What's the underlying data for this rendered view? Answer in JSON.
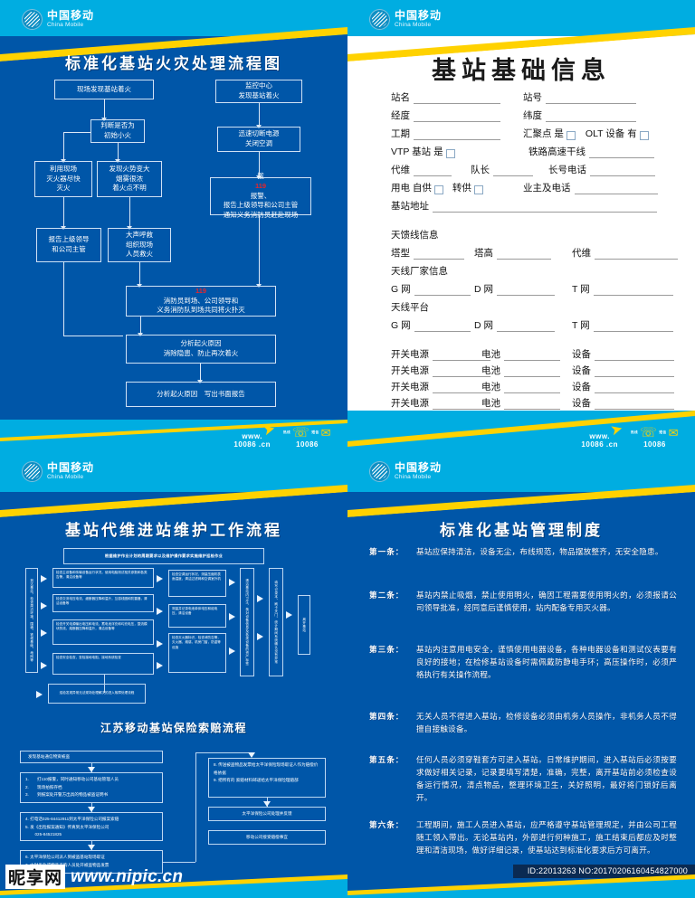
{
  "brand": {
    "cn": "中国移动",
    "en": "China Mobile"
  },
  "colors": {
    "cyan": "#00ade1",
    "blue": "#0056a8",
    "yellow": "#ffd200",
    "red": "#e8252a",
    "white": "#ffffff"
  },
  "footer": {
    "www": "www.",
    "site": "10086 .cn",
    "hotline": "10086",
    "tag_left": "热线",
    "tag_right": "短信"
  },
  "panel_fire": {
    "title": "标准化基站火灾处理流程图",
    "nodes": {
      "n1": "现场发现基站着火",
      "n2": "判断是否为\n初始小火",
      "n3": "利用现场\n灭火器尽快\n灭火",
      "n4": "发现火势变大\n烟雾很浓\n着火点不明",
      "n5": "报告上级领导\n和公司主管",
      "n6": "大声呼救\n组织现场\n人员救火",
      "n7": "监控中心\n发现基站着火",
      "n8": "迅速切断电源\n关闭空调",
      "n9_pre": "拨",
      "n9_red": "119",
      "n9_post": "报警、",
      "n9_l2": "报告上级领导和公司主管",
      "n9_l3": "通知义务消防员赶赴现场",
      "n10_red": "119",
      "n10_post": "消防员到场、公司领导和",
      "n10_l2": "义务消防队到场共同将火扑灭",
      "n11": "分析起火原因\n消除隐患、防止再次着火",
      "n12": "分析起火原因　写出书面报告"
    }
  },
  "panel_info": {
    "title": "基站基础信息",
    "rows": [
      {
        "cells": [
          {
            "label": "站名",
            "blank": 96
          },
          {
            "label": "站号",
            "blank": 96
          }
        ]
      },
      {
        "cells": [
          {
            "label": "经度",
            "blank": 96
          },
          {
            "label": "纬度",
            "blank": 96
          }
        ]
      },
      {
        "cells": [
          {
            "label": "工期",
            "blank": 96
          },
          {
            "label": "汇聚点 是",
            "check": true,
            "label2": "OLT 设备 有",
            "check2": true
          }
        ]
      },
      {
        "cells": [
          {
            "label": "VTP 基站 是",
            "check": true
          },
          {
            "label": "铁路高速干线",
            "blank": 72
          }
        ]
      },
      {
        "cells": [
          {
            "label": "代维",
            "blank": 40
          },
          {
            "label": "队长",
            "blank": 42
          },
          {
            "label": "长号电话",
            "blank": 72
          }
        ]
      },
      {
        "cells": [
          {
            "label": "用电 自供",
            "check": true,
            "label2": "转供",
            "check2": true
          },
          {
            "label": "业主及电话",
            "blank": 80
          }
        ]
      },
      {
        "cells": [
          {
            "label": "基站地址",
            "blank": 248
          }
        ]
      }
    ],
    "antenna": {
      "heading1": "天馈线信息",
      "tower": [
        {
          "label": "塔型",
          "blank": 56
        },
        {
          "label": "塔高",
          "blank": 60
        },
        {
          "label": "代维",
          "blank": 92
        }
      ],
      "heading2": "天线厂家信息",
      "vendor": [
        {
          "label": "G 网",
          "blank": 62
        },
        {
          "label": "D 网",
          "blank": 64
        },
        {
          "label": "T 网",
          "blank": 88
        }
      ],
      "heading3": "天线平台",
      "platform": [
        {
          "label": "G 网",
          "blank": 62
        },
        {
          "label": "D 网",
          "blank": 64
        },
        {
          "label": "T 网",
          "blank": 88
        }
      ]
    },
    "power_rows": [
      [
        {
          "label": "开关电源",
          "blank": 64
        },
        {
          "label": "电池",
          "blank": 62
        },
        {
          "label": "设备",
          "blank": 88
        }
      ],
      [
        {
          "label": "开关电源",
          "blank": 64
        },
        {
          "label": "电池",
          "blank": 62
        },
        {
          "label": "设备",
          "blank": 88
        }
      ],
      [
        {
          "label": "开关电源",
          "blank": 64
        },
        {
          "label": "电池",
          "blank": 62
        },
        {
          "label": "设备",
          "blank": 88
        }
      ],
      [
        {
          "label": "开关电源",
          "blank": 64
        },
        {
          "label": "电池",
          "blank": 62
        },
        {
          "label": "设备",
          "blank": 88
        }
      ]
    ]
  },
  "panel_maint": {
    "title": "基站代维进站维护工作流程",
    "banner": "根据维护作业计划的周期要求以及维护操作要求实施维护巡检作业",
    "col_entry": "到达基站，检查周边环境、围墙、铁塔基础、地网等",
    "col_a": [
      "检查主设备和传输设备运行状况，使用电脑测试相关参数和各类告警，清洁设备等",
      "检查交流电压电流，细断器压降和温升，互感线圈和防雷器，清洁设备等",
      "检查开关电源输出电压和电流，蓄电池浮充和均充电压，整流模块的流，熔断器压降和温升，清洁设备等",
      "检查安全检查，查检接地电阻、接地系统检查"
    ],
    "col_b": [
      "检查空调运行状况，测量压缩机表面温度，清洁过滤网和空调室外机",
      "测量并记录电池单体电压和组电压，清洁设备",
      "检查灭火器标识，检查消防告警，灭火器，烟感，机房门窗，防盗等设施"
    ],
    "col_c": "清洁基站内卫生，核对设备信息及各类设备的资产标签",
    "col_d": "填写记录本、刷卡关门、统计期间系统确认没有异常",
    "col_e": "离开基站",
    "bottom_note": "巡检发现异常无法现场处理解决的进入故障处理流程",
    "claim_title": "江苏移动基站保险索赔流程",
    "claim_left": [
      "发现基站通信物资被盗",
      "1.　　打110报警，同时通知移动公司基站管理人员\n2.　　现场拍照存档\n3.　　到报案处开警方出具的物品被盗证明书",
      "4. 打电话025-84412911到太平洋保险公司报案索赔\n5. 发《出险报案通知》传真到太平洋保险公司\n　　 025-84521825",
      "6. 太平洋保险公司派人到被盗基站现场取证\n7. 由财务处或物品采购人员处开被盗物品发票"
    ],
    "claim_right": [
      "8. 传送被盗物品发票给太平洋保险现场取证人作为赔偿价格依据\n9. 把所有的 索赔材料邮递给太平洋保险理赔部",
      "太平洋保险公司处理并反馈",
      "移动公司接受赔偿事宜"
    ]
  },
  "panel_rules": {
    "title": "标准化基站管理制度",
    "items": [
      {
        "no": "第一条：",
        "text": "基站应保持清洁，设备无尘，布线规范，物品摆放整齐，无安全隐患。"
      },
      {
        "no": "第二条：",
        "text": "基站内禁止吸烟，禁止使用明火，确因工程需要使用明火的，必须报请公司领导批准，经同意后谨慎使用，站内配备专用灭火器。"
      },
      {
        "no": "第三条：",
        "text": "基站内注意用电安全，谨慎使用电器设备，各种电器设备和测试仪表要有良好的接地；在检修基站设备时需佩戴防静电手环；高压操作时，必须严格执行有关操作流程。"
      },
      {
        "no": "第四条：",
        "text": "无关人员不得进入基站，检修设备必须由机务人员操作，非机务人员不得擅自接触设备。"
      },
      {
        "no": "第五条：",
        "text": "任何人员必须穿鞋套方可进入基站。日常维护期间，进入基站后必须按要求做好相关记录，记录要填写清楚，准确，完整，离开基站前必须检查设备运行情况，清点物品，整理环境卫生，关好照明，最好将门锁好后离开。"
      },
      {
        "no": "第六条：",
        "text": "工程期间，施工人员进入基站，应严格遵守基站管理规定，并由公司工程随工领入带出。无论基站内，外部进行何种施工，施工结束后都应及时整理和清洁现场，做好详细记录，使基站达到标准化要求后方可离开。"
      }
    ],
    "id_text": "ID:22013263 NO:20170206160454827000"
  },
  "watermark": {
    "cn": "昵享网",
    "url": "www.nipic.cn"
  }
}
